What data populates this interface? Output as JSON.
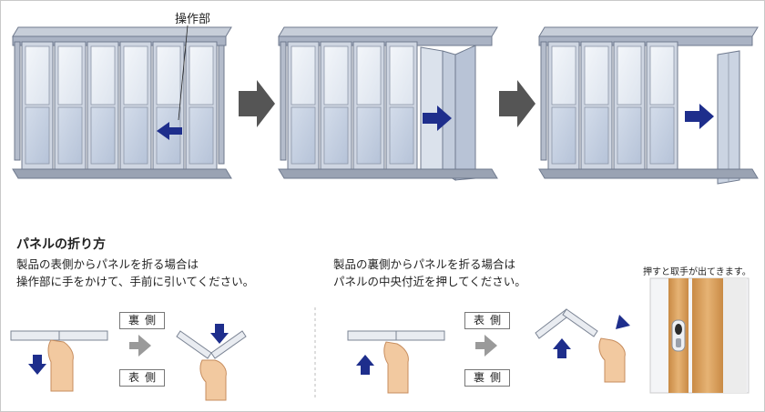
{
  "diagram": {
    "callout_label": "操作部",
    "section_heading": "パネルの折り方",
    "left_instruction": {
      "line1": "製品の表側からパネルを折る場合は",
      "line2": "操作部に手をかけて、手前に引いてください。"
    },
    "right_instruction": {
      "line1": "製品の裏側からパネルを折る場合は",
      "line2": "パネルの中央付近を押してください。"
    },
    "side_labels": {
      "back": "裏側",
      "front": "表側"
    },
    "photo_caption": "押すと取手が出てきます。"
  },
  "colors": {
    "frame": "#aab3c4",
    "frame_dark": "#6f7a8e",
    "glass": "#e6ecf4",
    "lower_panel": "#c4cfe0",
    "arrow_blue": "#1e2e8c",
    "step_arrow": "#555555",
    "gray_arrow": "#9a9a9a",
    "hand": "#f2c9a0",
    "wood": "#d9a05a"
  },
  "icons": [
    "step-arrow-icon",
    "direction-arrow-icon",
    "hand-icon",
    "handle-icon"
  ]
}
